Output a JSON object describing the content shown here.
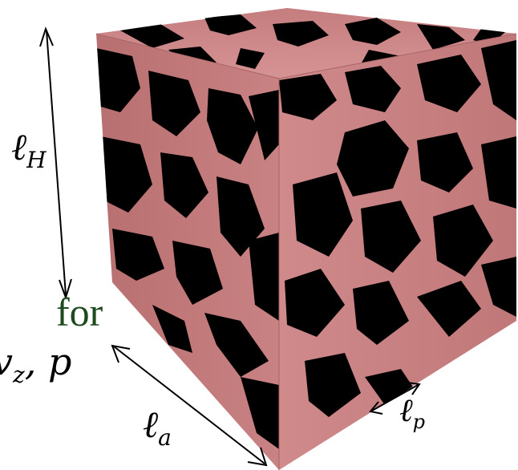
{
  "labels": {
    "height": {
      "symbol": "ℓ",
      "sub": "H"
    },
    "length_a": {
      "symbol": "ℓ",
      "sub": "a"
    },
    "length_p": {
      "symbol": "ℓ",
      "sub": "p"
    }
  },
  "cutoff_text": {
    "line1": "for",
    "line2": "v",
    "line2_sub": "z",
    "line2_rest": ", p"
  },
  "colors": {
    "solid_matrix": "#c47a7a",
    "pore_space": "#000000",
    "cutoff_text_green": "#1f4a1f",
    "arrow": "#000000"
  }
}
